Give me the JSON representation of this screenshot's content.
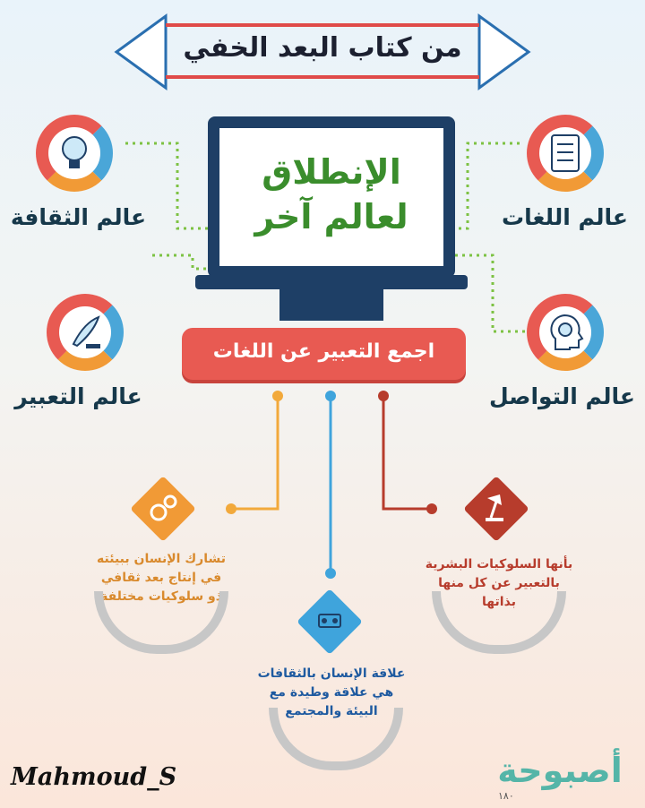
{
  "header": {
    "title": "من كتاب البعد الخفي"
  },
  "center": {
    "screen_line1": "الإنطلاق",
    "screen_line2": "لعالم آخر",
    "action_label": "اجمع التعبير عن اللغات"
  },
  "worlds": {
    "culture": "عالم الثقافة",
    "languages": "عالم اللغات",
    "expression": "عالم التعبير",
    "communication": "عالم التواصل"
  },
  "points": {
    "left": [
      "تشارك الإنسان ببيئته",
      "في إنتاج بعد ثقافي",
      "ذو سلوكيات مختلفة"
    ],
    "middle": [
      "علاقة الإنسان بالثقافات",
      "هي علاقة وطيدة مع",
      "البيئة والمجتمع"
    ],
    "right": [
      "بأنها السلوكيات البشرية",
      "بالتعبير عن كل منها",
      "بذاتها"
    ]
  },
  "footer": {
    "signature": "Mahmoud_S",
    "logo_text": "أصبوحة",
    "logo_number": "١٨٠"
  },
  "colors": {
    "navy": "#1e3f66",
    "red": "#e85a52",
    "green": "#3a8d2c",
    "orange": "#f19a36",
    "blue": "#4aa6d8"
  }
}
